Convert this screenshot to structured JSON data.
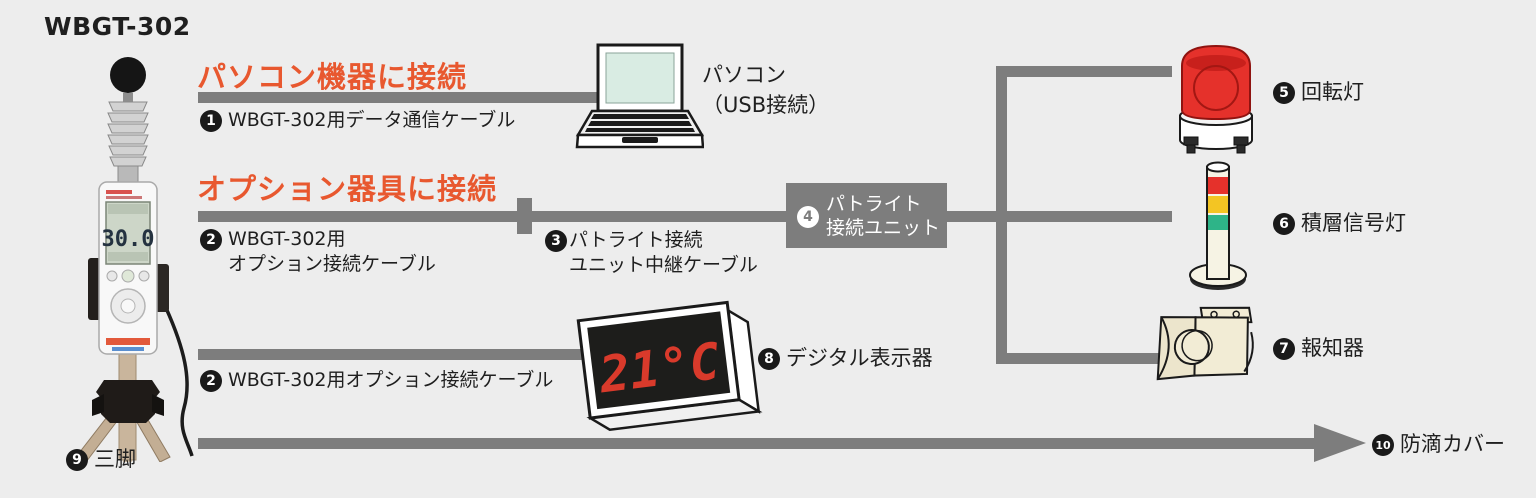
{
  "title": "WBGT-302",
  "colors": {
    "background": "#ededed",
    "line_gray": "#7d7d7d",
    "accent_orange": "#e8582f",
    "beacon_red": "#e5312b",
    "signal_yellow": "#f3c523",
    "signal_green": "#2eb488",
    "lcd_mint": "#d9ece3",
    "digit_red": "#d93a2b"
  },
  "pc_section": {
    "heading": "パソコン機器に接続",
    "cable": {
      "num": "1",
      "text": "WBGT-302用データ通信ケーブル"
    },
    "computer": {
      "line1": "パソコン",
      "line2": "（USB接続）"
    }
  },
  "option_section": {
    "heading": "オプション器具に接続",
    "cable": {
      "num": "2",
      "line1": "WBGT-302用",
      "line2": "オプション接続ケーブル"
    },
    "relay_cable": {
      "num": "3",
      "line1": "パトライト接続",
      "line2": "ユニット中継ケーブル"
    },
    "unit": {
      "num": "4",
      "line1": "パトライト",
      "line2": "接続ユニット"
    }
  },
  "output_devices": {
    "beacon": {
      "num": "5",
      "label": "回転灯"
    },
    "tower": {
      "num": "6",
      "label": "積層信号灯"
    },
    "annunciator": {
      "num": "7",
      "label": "報知器"
    }
  },
  "display_section": {
    "cable": {
      "num": "2",
      "text": "WBGT-302用オプション接続ケーブル"
    },
    "display": {
      "num": "8",
      "label": "デジタル表示器",
      "value": "21°C"
    }
  },
  "tripod": {
    "num": "9",
    "label": "三脚"
  },
  "cover": {
    "num": "10",
    "label": "防滴カバー"
  },
  "meter": {
    "value": "30.0"
  }
}
